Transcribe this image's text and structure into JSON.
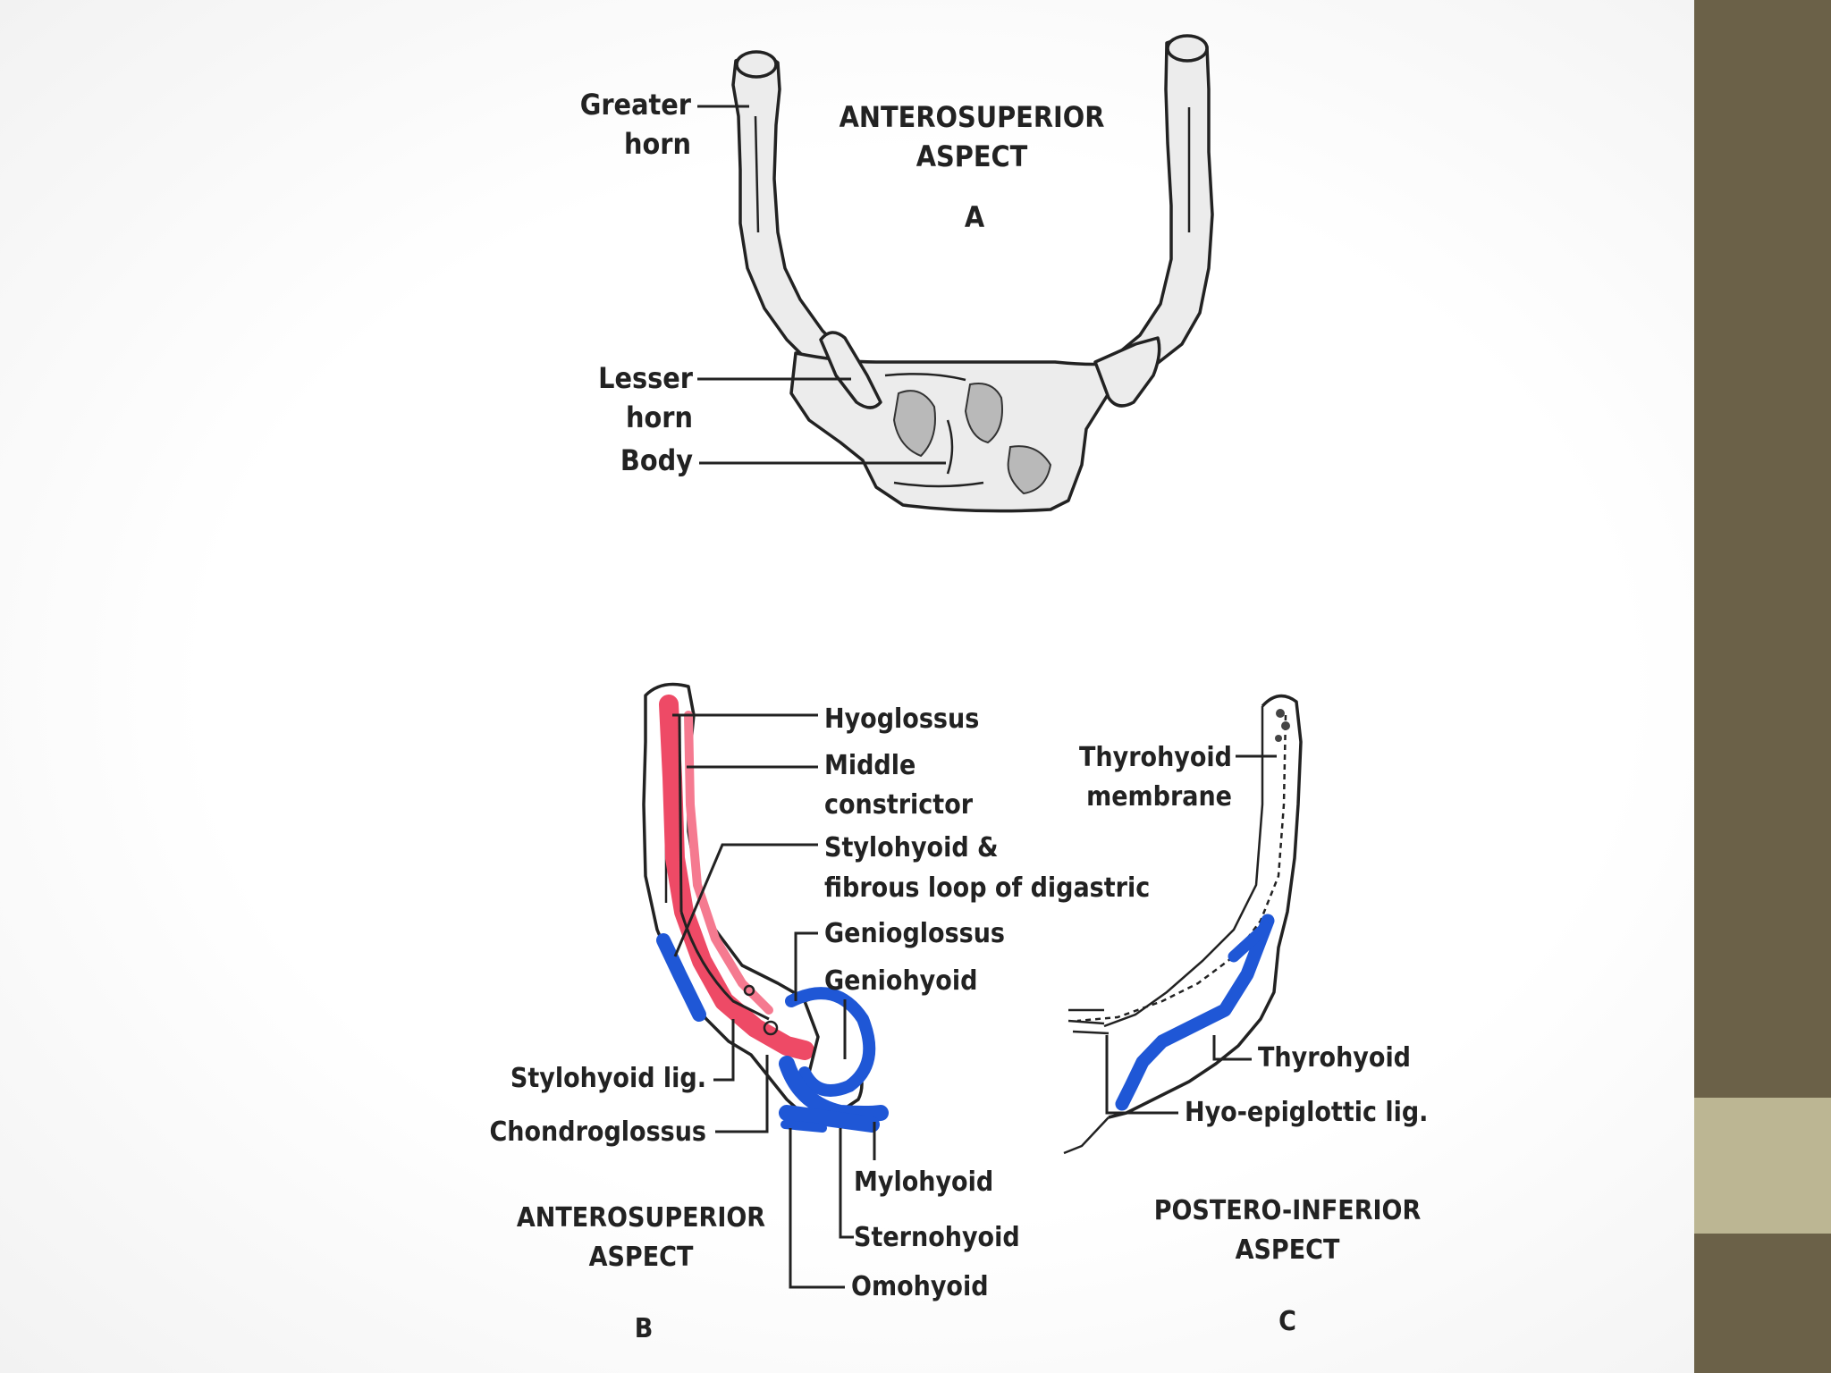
{
  "figure_a": {
    "title_line1": "ANTEROSUPERIOR",
    "title_line2": "ASPECT",
    "letter": "A",
    "labels": {
      "greater_horn_1": "Greater",
      "greater_horn_2": "horn",
      "lesser_horn_1": "Lesser",
      "lesser_horn_2": "horn",
      "body": "Body"
    }
  },
  "figure_b": {
    "title_line1": "ANTEROSUPERIOR",
    "title_line2": "ASPECT",
    "letter": "B",
    "labels": {
      "hyoglossus": "Hyoglossus",
      "middle_constrictor_1": "Middle",
      "middle_constrictor_2": "constrictor",
      "stylohyoid_1": "Stylohyoid &",
      "stylohyoid_2": "fibrous loop of digastric",
      "genioglossus": "Genioglossus",
      "geniohyoid": "Geniohyoid",
      "stylohyoid_lig": "Stylohyoid lig.",
      "chondroglossus": "Chondroglossus",
      "mylohyoid": "Mylohyoid",
      "sternohyoid": "Sternohyoid",
      "omohyoid": "Omohyoid"
    }
  },
  "figure_c": {
    "title_line1": "POSTERO-INFERIOR",
    "title_line2": "ASPECT",
    "letter": "C",
    "labels": {
      "thyrohyoid_membrane_1": "Thyrohyoid",
      "thyrohyoid_membrane_2": "membrane",
      "thyrohyoid": "Thyrohyoid",
      "hyo_epiglottic": "Hyo-epiglottic lig."
    }
  },
  "colors": {
    "sidebar": "#6b6148",
    "sidebar_accent": "#bcb693",
    "origin_red": "#ee4a66",
    "insertion_blue": "#1f57d6"
  }
}
